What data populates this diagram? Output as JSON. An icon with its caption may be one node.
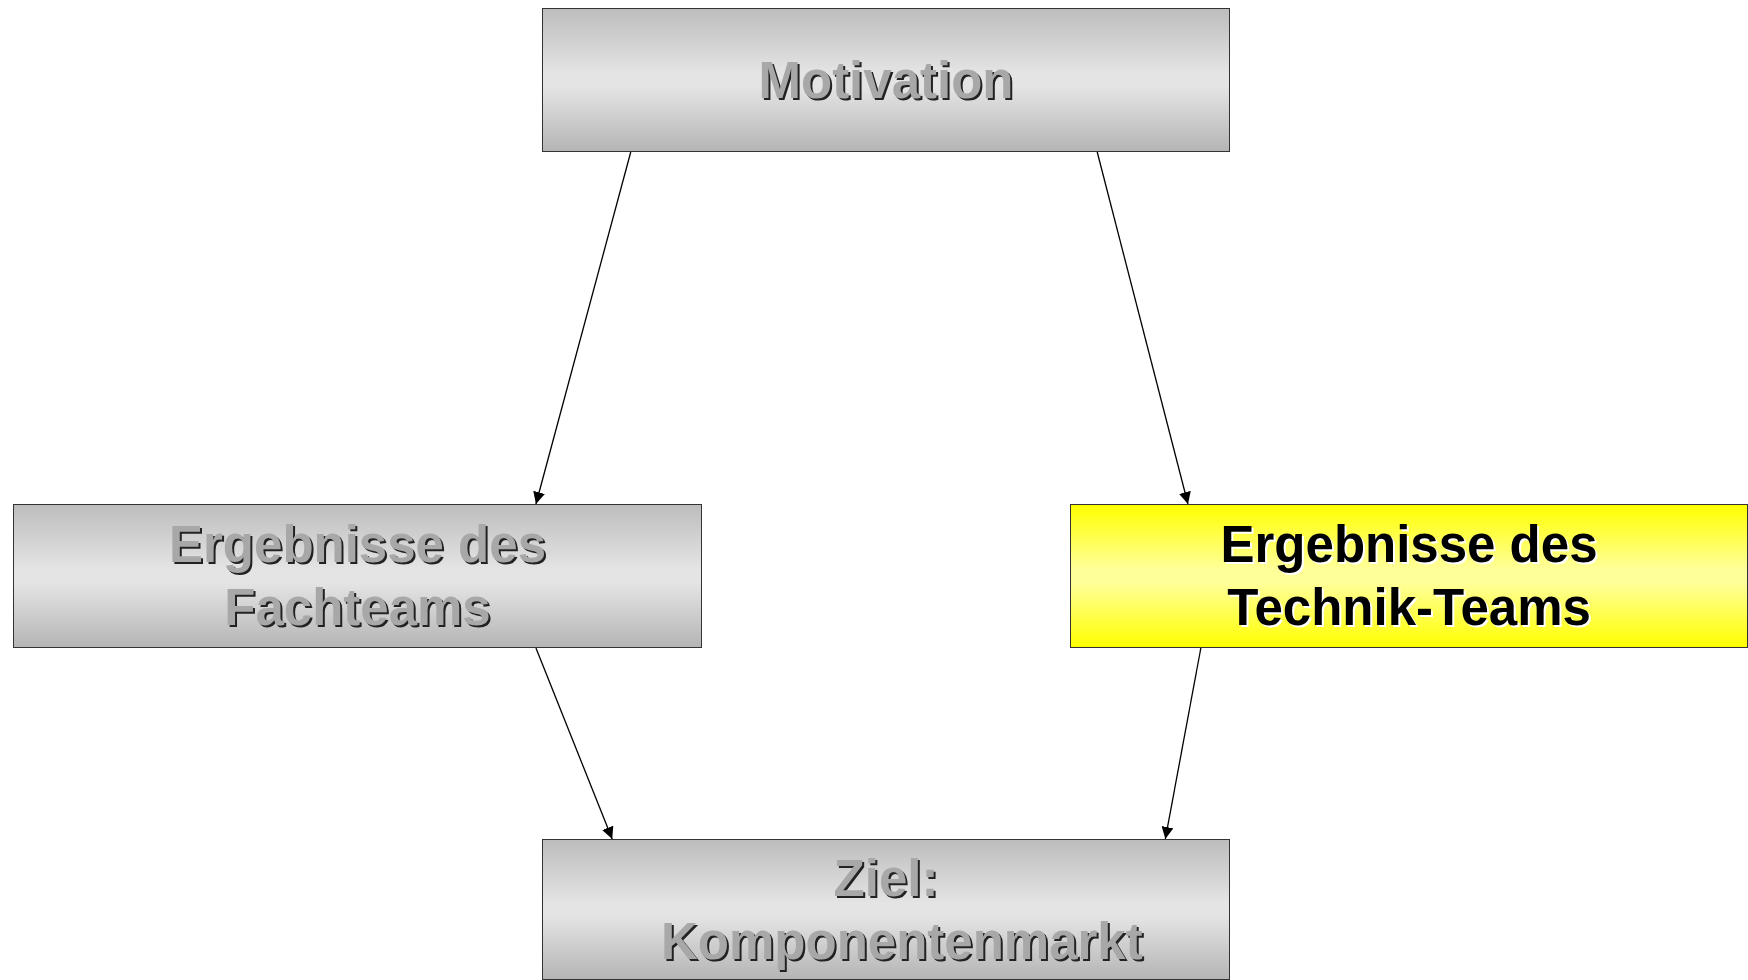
{
  "diagram": {
    "nodes": [
      {
        "text": [
          "Motivation"
        ]
      },
      {
        "text": [
          "Ergebnisse des Fachteams"
        ]
      },
      {
        "text": [
          "Ergebnisse des Technik-Teams"
        ]
      },
      {
        "text": [
          "Ziel: Komponentenmarkt"
        ]
      }
    ],
    "edges": [
      {
        "from": 0,
        "to": 1,
        "arrow": "to"
      },
      {
        "from": 0,
        "to": 2,
        "arrow": "to"
      },
      {
        "from": 1,
        "to": 3,
        "arrow": "to"
      },
      {
        "from": 2,
        "to": 3,
        "arrow": "to"
      }
    ]
  }
}
